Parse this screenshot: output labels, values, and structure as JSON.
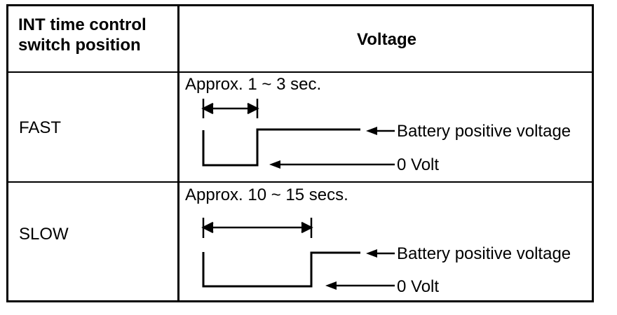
{
  "table": {
    "header": {
      "col1": "INT time control\nswitch position",
      "col2": "Voltage"
    },
    "rows": [
      {
        "position": "FAST",
        "interval_label": "Approx. 1 ~ 3 sec.",
        "high_label": "Battery positive voltage",
        "low_label": "0 Volt"
      },
      {
        "position": "SLOW",
        "interval_label": "Approx. 10 ~ 15 secs.",
        "high_label": "Battery positive voltage",
        "low_label": "0 Volt"
      }
    ]
  }
}
